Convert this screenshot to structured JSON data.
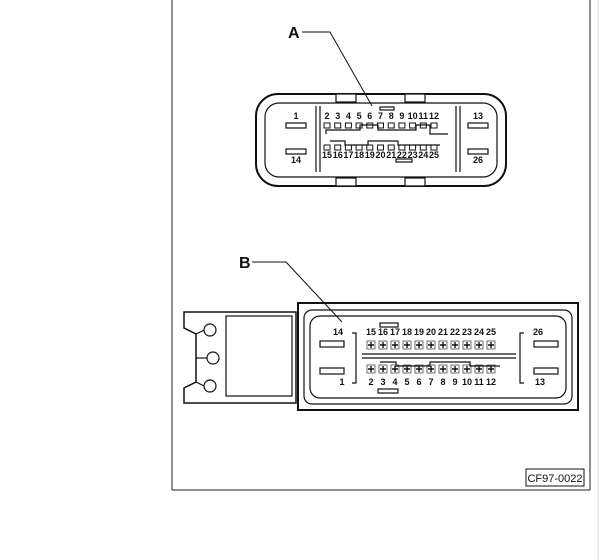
{
  "connector_a": {
    "label": "A",
    "pins_top": [
      "1",
      "2",
      "3",
      "4",
      "5",
      "6",
      "7",
      "8",
      "9",
      "10",
      "11",
      "12",
      "13"
    ],
    "pins_bottom": [
      "14",
      "15",
      "16",
      "17",
      "18",
      "19",
      "20",
      "21",
      "22",
      "23",
      "24",
      "25",
      "26"
    ]
  },
  "connector_b": {
    "label": "B",
    "pins_top": [
      "14",
      "15",
      "16",
      "17",
      "18",
      "19",
      "20",
      "21",
      "22",
      "23",
      "24",
      "25",
      "26"
    ],
    "pins_bottom": [
      "1",
      "2",
      "3",
      "4",
      "5",
      "6",
      "7",
      "8",
      "9",
      "10",
      "11",
      "12",
      "13"
    ]
  },
  "reference": "CF97-0022"
}
